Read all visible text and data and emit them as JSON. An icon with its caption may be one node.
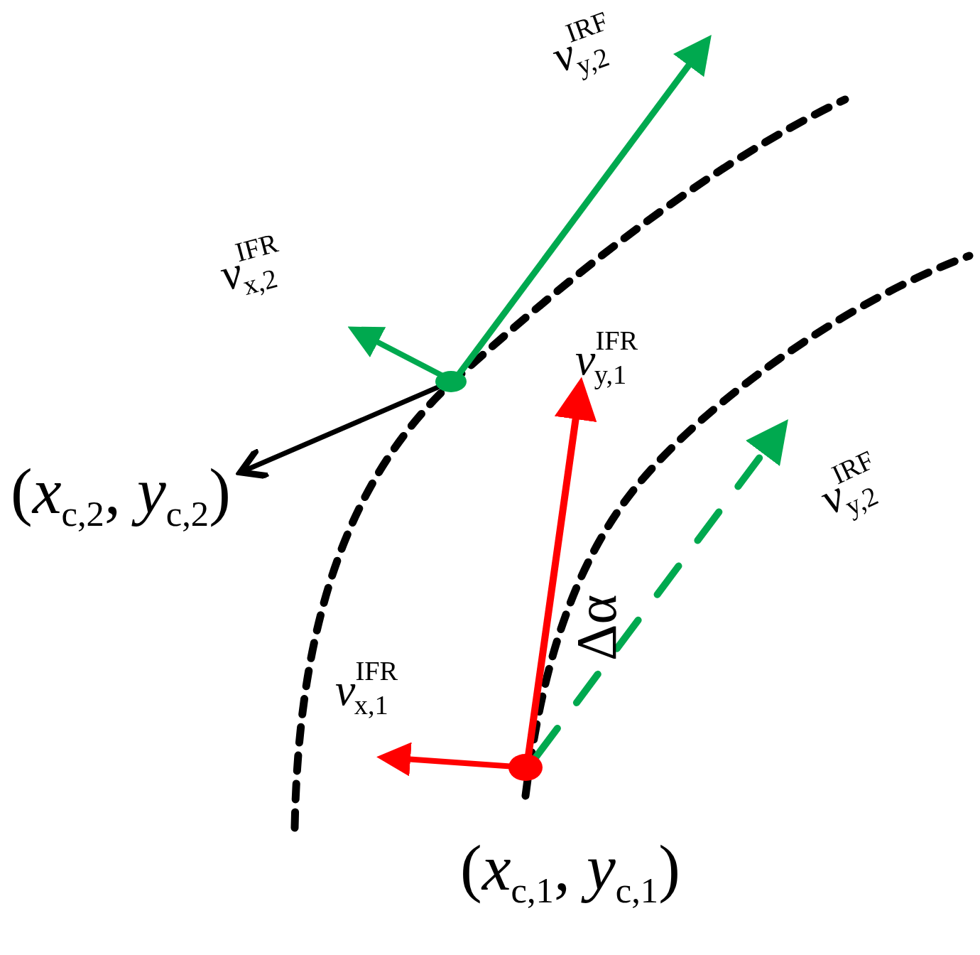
{
  "diagram": {
    "labels": [
      "*v*$^{IRF}$$_{y,2}$",
      "*v*$^{IFR}$$_{x,2}$",
      "*v*$^{IFR}$$_{y,1}$",
      "*v*$^{IRF}$$_{y,2}$",
      "(*x*$_{c,2}$, *y*$_{c,2}$)",
      "Δα",
      "*v*$^{IFR}$$_{x,1}$",
      "(*x*$_{c,1}$, *y*$_{c,1}$)"
    ]
  }
}
